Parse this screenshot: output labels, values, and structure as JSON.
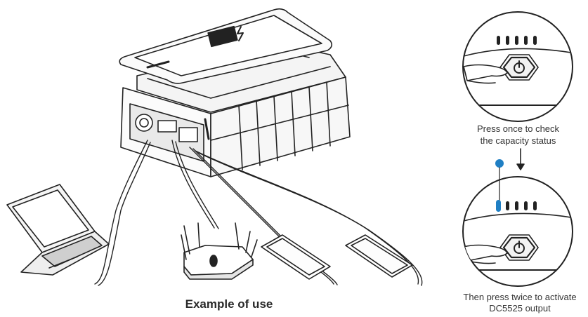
{
  "caption_main": "Example of use",
  "step1": {
    "line1": "Press once to check",
    "line2": "the capacity status"
  },
  "step2": {
    "line1": "Then press twice to activate",
    "line2": "DC5525 output"
  },
  "indicator_color": "#1f7fc4",
  "icons": [
    "phone-icon",
    "laptop-icon",
    "router-icon",
    "power-bank-icon",
    "power-button-icon",
    "hand-icon",
    "arrow-down-icon",
    "led-indicator-icon"
  ]
}
